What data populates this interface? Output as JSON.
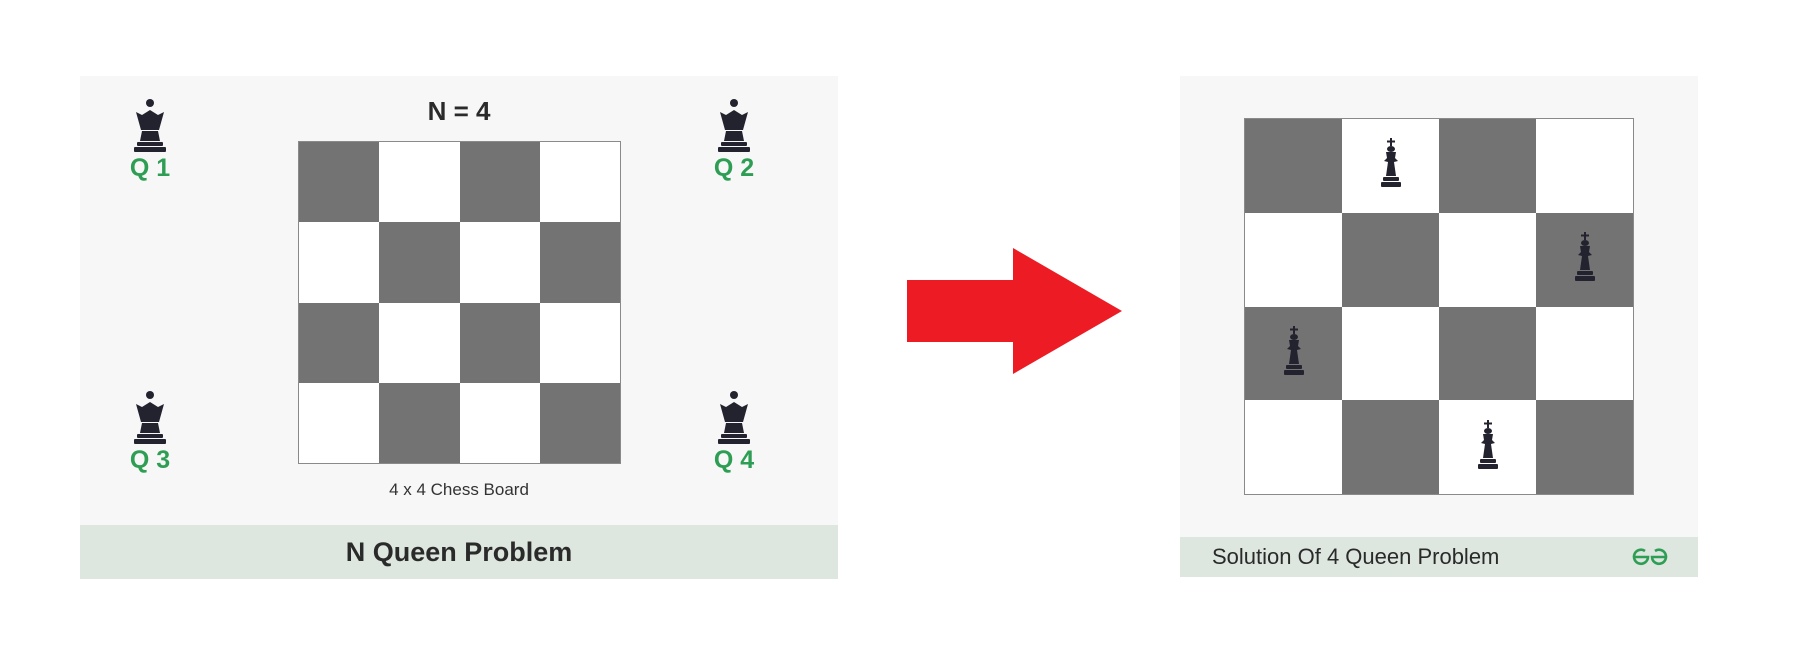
{
  "left_panel": {
    "n_label": "N = 4",
    "board_caption": "4 x 4 Chess Board",
    "footer_title": "N Queen Problem",
    "queens": [
      {
        "label": "Q 1",
        "icon": "queen-icon"
      },
      {
        "label": "Q 2",
        "icon": "queen-icon"
      },
      {
        "label": "Q 3",
        "icon": "queen-icon"
      },
      {
        "label": "Q 4",
        "icon": "queen-icon"
      }
    ],
    "board": {
      "size": 4,
      "dark_color": "#737373",
      "light_color": "#ffffff"
    }
  },
  "arrow": {
    "icon": "right-arrow-icon",
    "color": "#ed1c24"
  },
  "right_panel": {
    "board": {
      "size": 4,
      "queen_positions": [
        [
          0,
          1
        ],
        [
          1,
          3
        ],
        [
          2,
          0
        ],
        [
          3,
          2
        ]
      ],
      "piece_icon": "king-icon"
    },
    "footer_title": "Solution Of 4 Queen Problem",
    "logo_icon": "gfg-logo-icon"
  },
  "colors": {
    "accent_green": "#2f9e55",
    "footer_bg": "#dde6df",
    "panel_bg": "#f7f7f7"
  }
}
